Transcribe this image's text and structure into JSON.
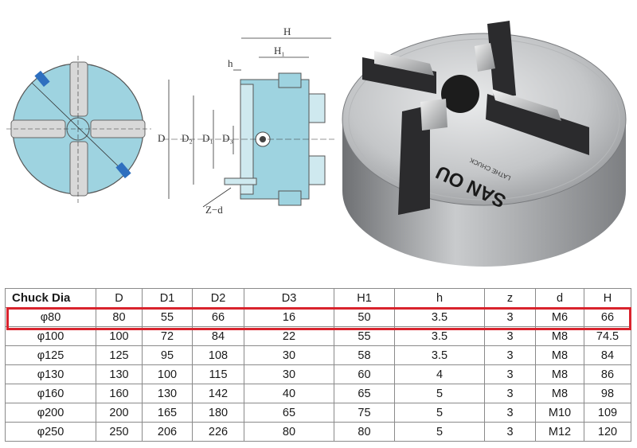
{
  "drawing": {
    "dimension_labels": {
      "H": "H",
      "H1": "H₁",
      "h": "h",
      "D": "D",
      "D2": "D₂",
      "D1": "D₁",
      "D3": "D₃",
      "z_d": "Z−d"
    },
    "brand": "SAN OU",
    "brand_sub": "LATHE CHUCK"
  },
  "table": {
    "headers": [
      "Chuck Dia",
      "D",
      "D1",
      "D2",
      "D3",
      "H1",
      "h",
      "z",
      "d",
      "H"
    ],
    "rows": [
      [
        "φ80",
        "80",
        "55",
        "66",
        "16",
        "50",
        "3.5",
        "3",
        "M6",
        "66"
      ],
      [
        "φ100",
        "100",
        "72",
        "84",
        "22",
        "55",
        "3.5",
        "3",
        "M8",
        "74.5"
      ],
      [
        "φ125",
        "125",
        "95",
        "108",
        "30",
        "58",
        "3.5",
        "3",
        "M8",
        "84"
      ],
      [
        "φ130",
        "130",
        "100",
        "115",
        "30",
        "60",
        "4",
        "3",
        "M8",
        "86"
      ],
      [
        "φ160",
        "160",
        "130",
        "142",
        "40",
        "65",
        "5",
        "3",
        "M8",
        "98"
      ],
      [
        "φ200",
        "200",
        "165",
        "180",
        "65",
        "75",
        "5",
        "3",
        "M10",
        "109"
      ],
      [
        "φ250",
        "250",
        "206",
        "226",
        "80",
        "80",
        "5",
        "3",
        "M12",
        "120"
      ]
    ],
    "highlighted_row": 0
  },
  "colors": {
    "drawing_fill": "#9ed3e0",
    "highlight": "#d9232d"
  }
}
